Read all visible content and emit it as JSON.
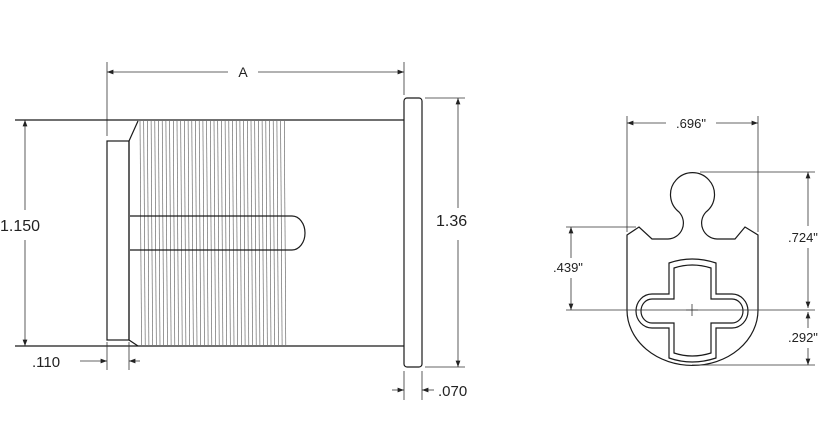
{
  "side_view": {
    "length_label": "A",
    "body_diameter_label": "1.150",
    "flange_diameter_label": "1.36",
    "face_thickness_label": ".110",
    "flange_thickness_label": ".070"
  },
  "keyway_view": {
    "width_label": ".696\"",
    "top_height_label": ".724\"",
    "shoulder_height_label": ".439\"",
    "bottom_height_label": ".292\""
  },
  "colors": {
    "line": "#1a1a1a",
    "background": "#ffffff"
  }
}
